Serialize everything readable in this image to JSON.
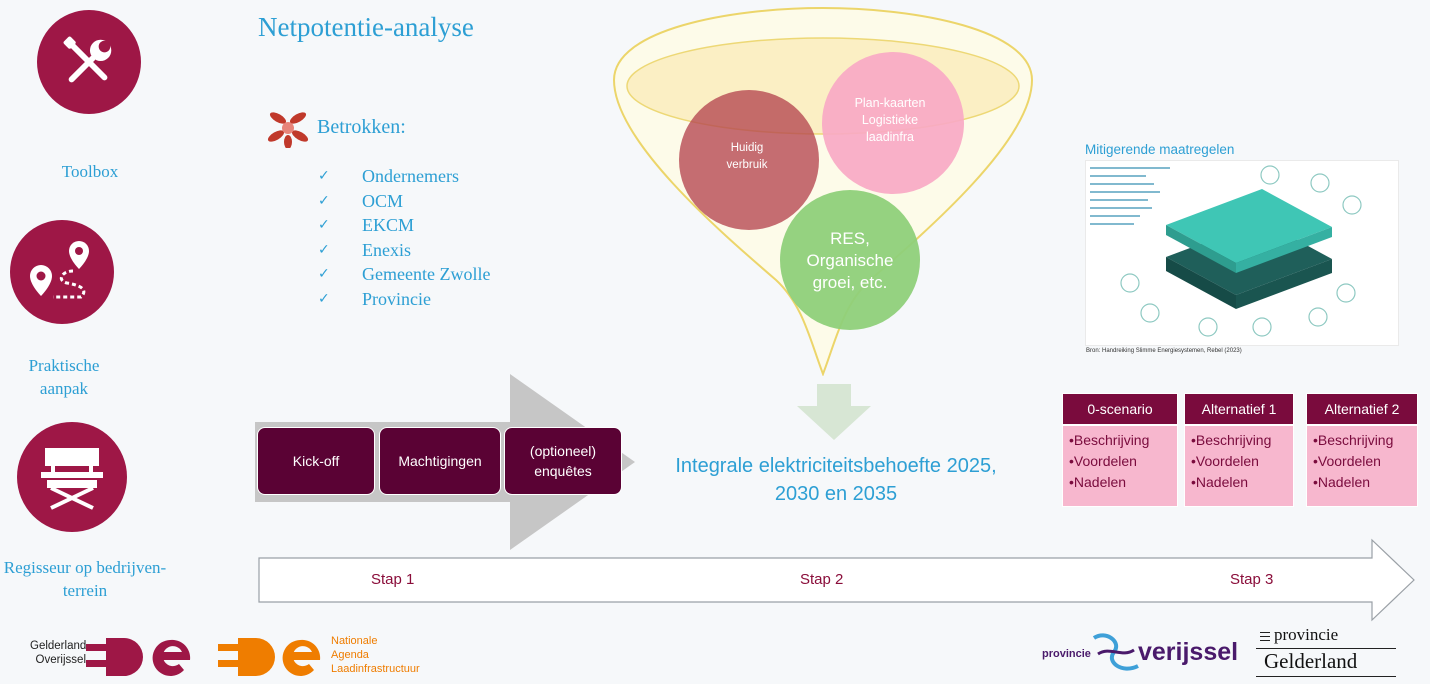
{
  "title": "Netpotentie-analyse",
  "sidebar": {
    "items": [
      {
        "label": "Toolbox",
        "icon": "tools-icon"
      },
      {
        "label": "Praktische aanpak",
        "icon": "route-icon"
      },
      {
        "label": "Regisseur op bedrijven- terrein",
        "icon": "director-chair-icon"
      }
    ]
  },
  "betrokken": {
    "title": "Betrokken:",
    "icon": "hands-together-icon",
    "items": [
      "Ondernemers",
      "OCM",
      "EKCM",
      "Enexis",
      "Gemeente Zwolle",
      "Provincie"
    ]
  },
  "steps_stap1": [
    "Kick-off",
    "Machtigingen",
    "(optioneel) enquêtes"
  ],
  "funnel": {
    "bubbles": [
      {
        "label": "Huidig verbruik",
        "color": "#b5454f"
      },
      {
        "label": "Plan-kaarten Logistieke laadinfra",
        "color": "#f9a9c4"
      },
      {
        "label": "RES, Organische groei, etc.",
        "color": "#8fd07a"
      }
    ],
    "result": "Integrale elektriciteitsbehoefte 2025, 2030 en 2035"
  },
  "mitigerend": {
    "title": "Mitigerende maatregelen",
    "source": "Bron: Handreiking Slimme Energiesystemen, Rebel (2023)"
  },
  "scenarios": [
    {
      "title": "0-scenario",
      "items": [
        "•Beschrijving",
        "•Voordelen",
        "•Nadelen"
      ]
    },
    {
      "title": "Alternatief 1",
      "items": [
        "•Beschrijving",
        "•Voordelen",
        "•Nadelen"
      ]
    },
    {
      "title": "Alternatief 2",
      "items": [
        "•Beschrijving",
        "•Voordelen",
        "•Nadelen"
      ]
    }
  ],
  "timeline": {
    "stap1": "Stap 1",
    "stap2": "Stap 2",
    "stap3": "Stap 3"
  },
  "logos": {
    "ge_lines": [
      "Gelderland",
      "Overijssel"
    ],
    "nal_lines": [
      "Nationale",
      "Agenda",
      "Laadinfrastructuur"
    ],
    "overijssel_small": "provincie",
    "overijssel_big": "verijssel",
    "gelderland_top": "provincie",
    "gelderland_bottom": "Gelderland"
  },
  "colors": {
    "accent": "#2d9fd4",
    "brand": "#9e1746",
    "dark": "#5a0234",
    "orange": "#ef7d00"
  }
}
